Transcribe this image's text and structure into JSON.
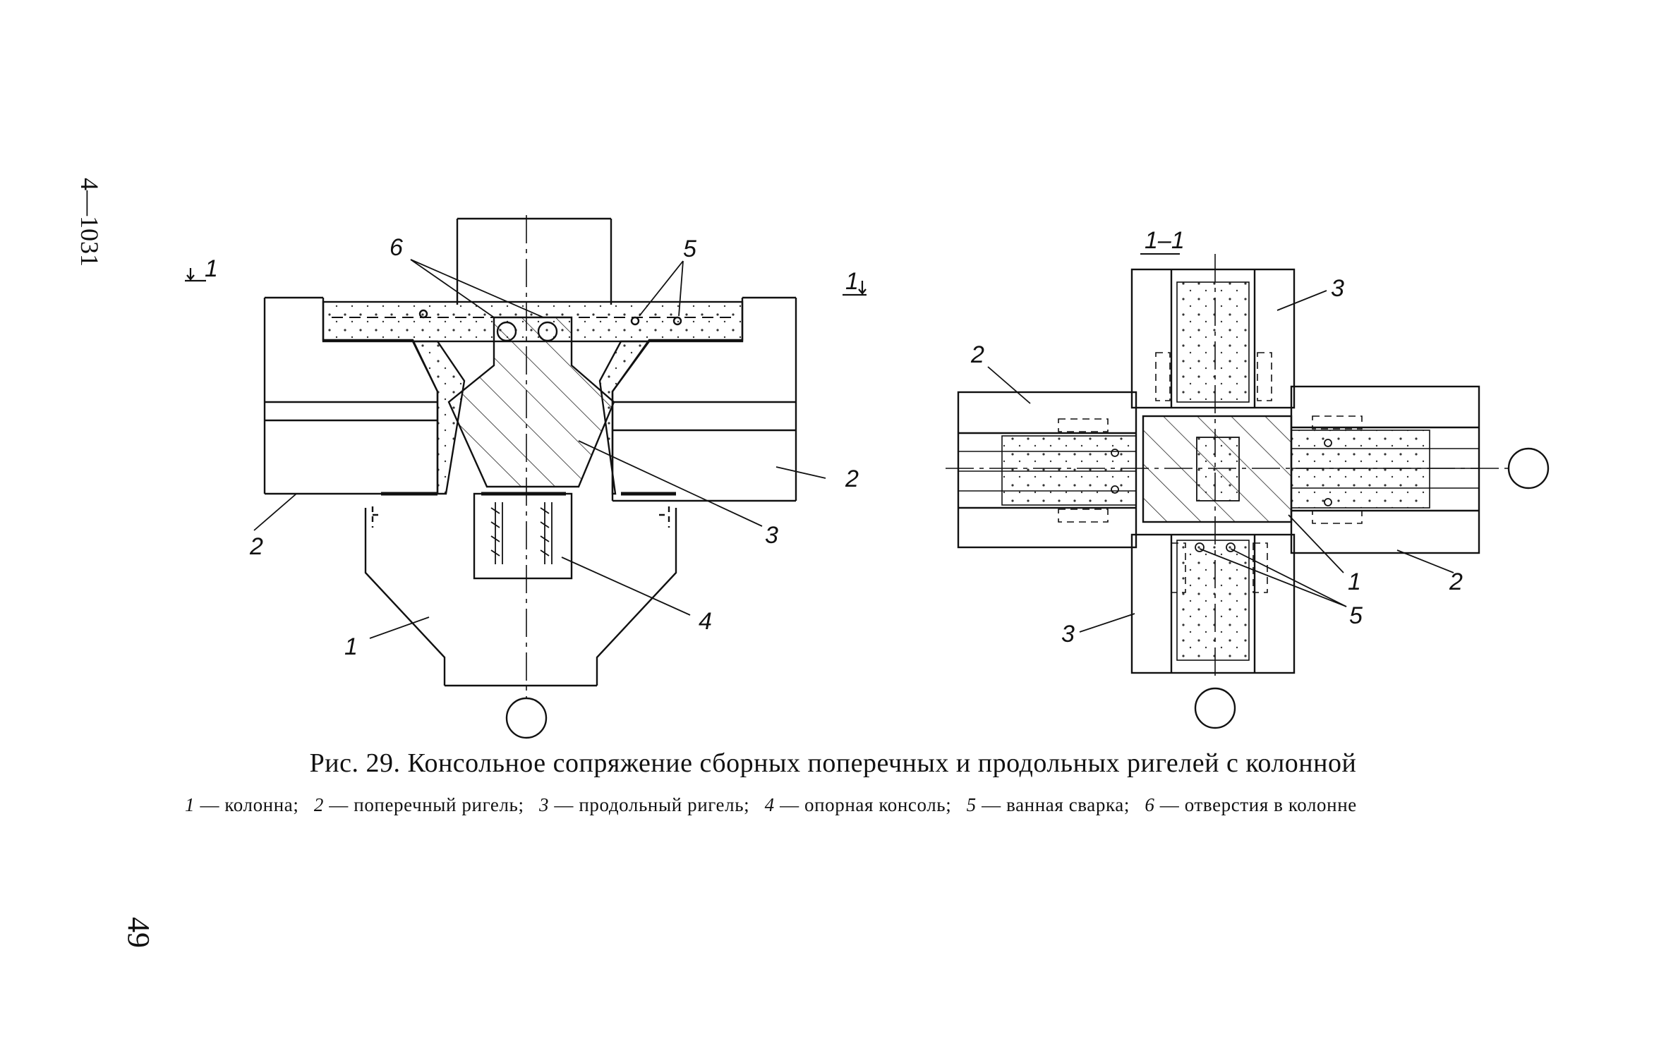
{
  "page": {
    "code": "4—1031",
    "number": "49"
  },
  "figure": {
    "left_view": {
      "section_mark": "1",
      "section_mark_right": "1",
      "callouts": [
        "1",
        "2",
        "2",
        "3",
        "4",
        "5",
        "6"
      ]
    },
    "right_view": {
      "section_title": "1–1",
      "callouts": [
        "1",
        "2",
        "2",
        "3",
        "3",
        "5"
      ]
    },
    "caption": "Рис. 29. Консольное сопряжение сборных поперечных и продольных ригелей с колонной",
    "legend": [
      {
        "num": "1",
        "text": "колонна"
      },
      {
        "num": "2",
        "text": "поперечный ригель"
      },
      {
        "num": "3",
        "text": "продольный ригель"
      },
      {
        "num": "4",
        "text": "опорная консоль"
      },
      {
        "num": "5",
        "text": "ванная сварка"
      },
      {
        "num": "6",
        "text": "отверстия в колонне"
      }
    ]
  }
}
